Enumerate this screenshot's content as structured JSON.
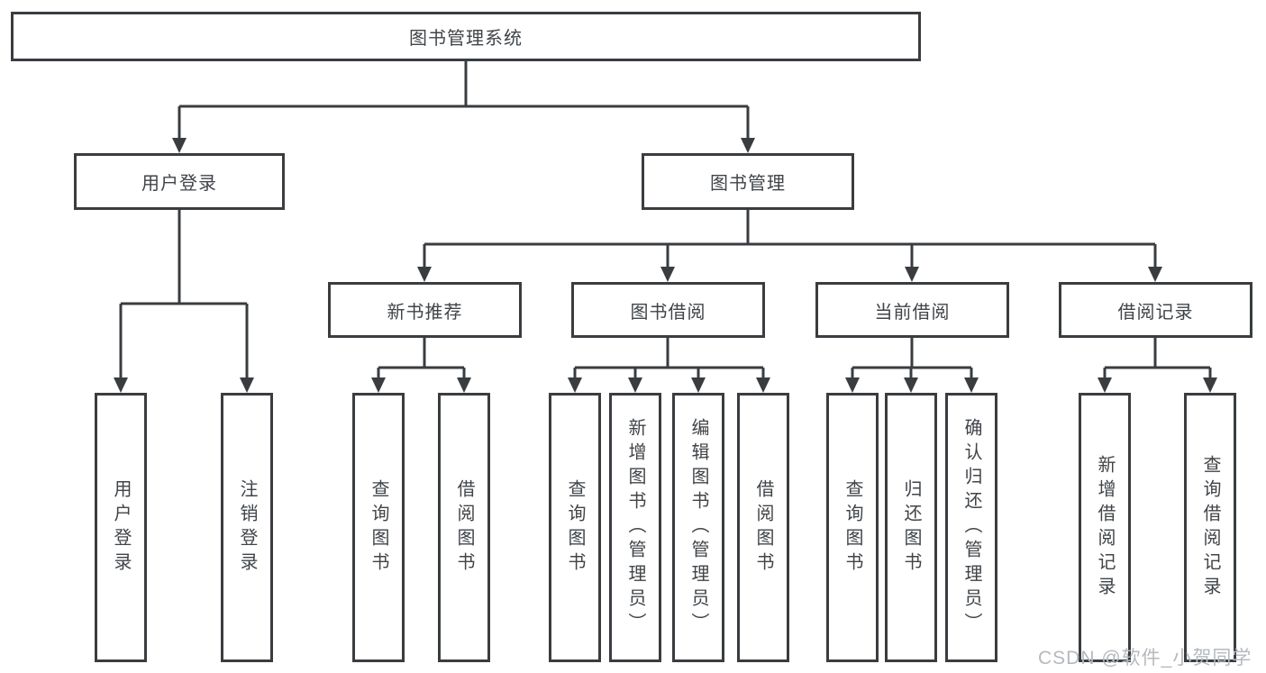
{
  "diagram": {
    "root": "图书管理系统",
    "user_branch": {
      "label": "用户登录",
      "children": [
        "用户登录",
        "注销登录"
      ]
    },
    "mgmt_branch": {
      "label": "图书管理",
      "modules": [
        {
          "label": "新书推荐",
          "children": [
            "查询图书",
            "借阅图书"
          ]
        },
        {
          "label": "图书借阅",
          "children": [
            "查询图书",
            "新增图书（管理员）",
            "编辑图书（管理员）",
            "借阅图书"
          ]
        },
        {
          "label": "当前借阅",
          "children": [
            "查询图书",
            "归还图书",
            "确认归还（管理员）"
          ]
        },
        {
          "label": "借阅记录",
          "children": [
            "新增借阅记录",
            "查询借阅记录"
          ]
        }
      ]
    }
  },
  "watermark": "CSDN @软件_小贺同学",
  "colors": {
    "line": "#3a3d40",
    "text": "#404448",
    "watermark": "#b5b9bd",
    "background": "#ffffff"
  }
}
